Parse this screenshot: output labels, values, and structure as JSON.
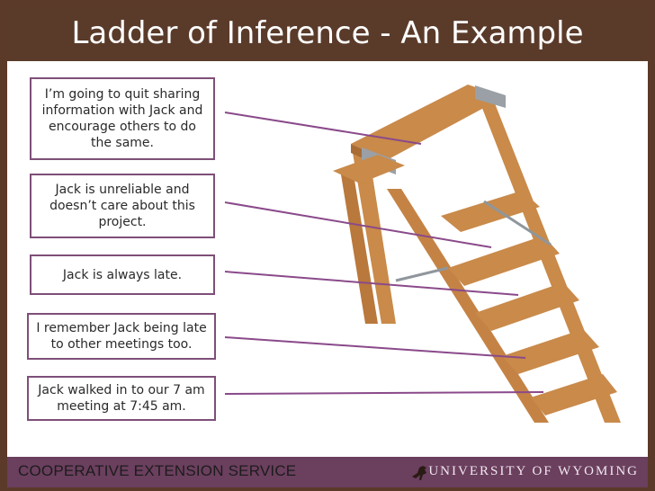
{
  "slide": {
    "title": "Ladder of Inference  - An Example",
    "boxes": [
      "I’m going to quit sharing information with Jack and encourage others to do the same.",
      "Jack is unreliable and doesn’t care about this project.",
      "Jack is always late.",
      "I remember Jack being late to other meetings too.",
      "Jack walked in to our 7 am meeting at 7:45 am."
    ]
  },
  "footer": {
    "left": "COOPERATIVE EXTENSION SERVICE",
    "right": "UNIVERSITY OF WYOMING"
  },
  "colors": {
    "frame": "#5a3b2a",
    "footer": "#6b3f5e",
    "box_border": "#7e4f78",
    "connector": "#8a4a8a",
    "wood": "#b77a3d"
  }
}
